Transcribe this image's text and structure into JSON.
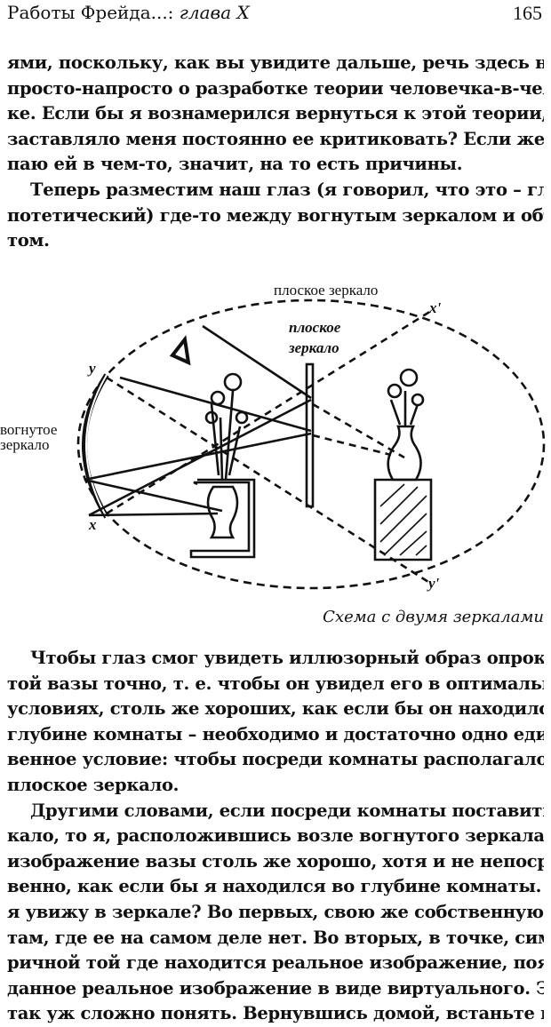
{
  "header": {
    "title": "Работы Фрейда...:",
    "chapter": "глава X",
    "page_number": "165"
  },
  "top_paragraphs": [
    {
      "lines": [
        "ями, поскольку, как вы увидите дальше, речь здесь не идет",
        "просто-напросто о разработке теории человечка-в-челове-",
        "ке. Если бы я вознамерился вернуться к этой теории, что бы",
        "заставляло меня постоянно ее критиковать? Если же я усту-",
        "паю ей в чем-то, значит, на то есть причины."
      ]
    },
    {
      "lines": [
        "Теперь разместим наш глаз (я говорил, что это – глаз ги-",
        "потетический) где-то между вогнутым зеркалом и объек-",
        "том."
      ]
    }
  ],
  "figure": {
    "label_top": "плоское зеркало",
    "label_mirror_line1": "плоское",
    "label_mirror_line2": "зеркало",
    "label_concave_line1": "вогнутое",
    "label_concave_line2": "зеркало",
    "point_x": "x",
    "point_y": "y",
    "point_x_prime": "x'",
    "point_y_prime": "y'",
    "caption": "Схема с двумя зеркалами"
  },
  "bottom_paragraphs": [
    {
      "lines": [
        "Чтобы глаз смог увидеть иллюзорный образ опрокину-",
        "той вазы точно, т. е. чтобы он увидел его в оптимальных",
        "условиях, столь же хороших, как если бы он находился во",
        "глубине комнаты – необходимо и достаточно одно единст-",
        "венное условие: чтобы посреди комнаты располагалось",
        "плоское зеркало."
      ]
    },
    {
      "lines": [
        "Другими словами, если посреди комнаты поставить зер-",
        "кало, то я, расположившись возле вогнутого зеркала, увижу",
        "изображение вазы столь же хорошо, хотя и не непосредст-",
        "венно, как если бы я находился во глубине комнаты. Что же",
        "я увижу в зеркале? Во первых, свою же собственную фигуру",
        "там, где ее на самом деле нет. Во вторых, в точке, симмет-",
        "ричной той где находится реальное изображение, появится",
        "данное реальное изображение в виде виртуального. Это не",
        "так уж сложно понять. Вернувшись домой, встаньте перед"
      ]
    }
  ]
}
